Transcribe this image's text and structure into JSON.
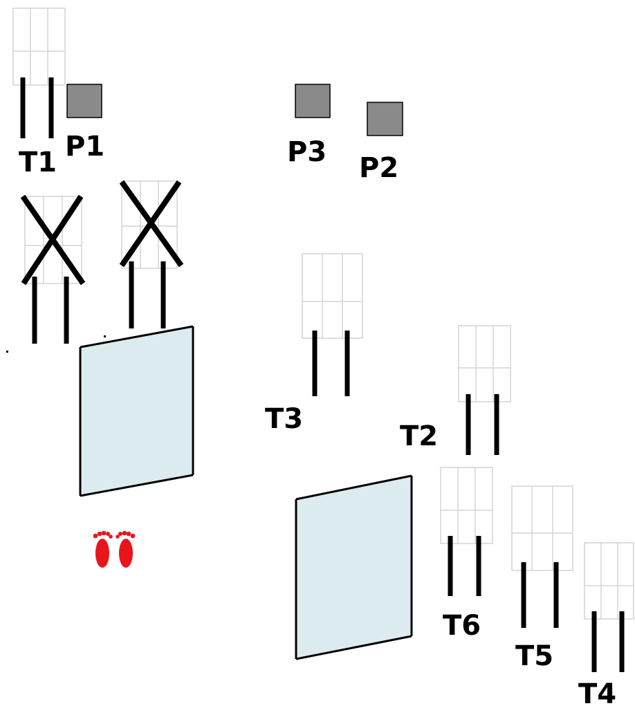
{
  "colors": {
    "panel_fill": "#dcebef",
    "pad_fill": "#8a8a8a",
    "grid_line": "#d4d4d4",
    "footprint": "#e8151b",
    "ink": "#000000"
  },
  "targets": {
    "t1": {
      "label": "T1",
      "crossed": false
    },
    "t2": {
      "label": "T2",
      "crossed": false
    },
    "t3": {
      "label": "T3",
      "crossed": false
    },
    "t4": {
      "label": "T4",
      "crossed": false
    },
    "t5": {
      "label": "T5",
      "crossed": false
    },
    "t6": {
      "label": "T6",
      "crossed": false
    },
    "unlabeled_a": {
      "crossed": true
    },
    "unlabeled_b": {
      "crossed": true
    }
  },
  "pads": {
    "p1": {
      "label": "P1"
    },
    "p2": {
      "label": "P2"
    },
    "p3": {
      "label": "P3"
    }
  },
  "panels": {
    "count": 2
  },
  "marker": {
    "icon": "footprints-icon"
  }
}
